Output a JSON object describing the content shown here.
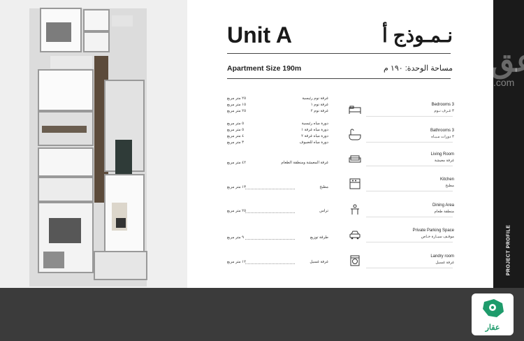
{
  "header": {
    "title_en": "Unit A",
    "title_ar": "نـمـوذج أ",
    "size_en": "Apartment Size 190m",
    "size_ar": "مساحة الوحدة: ١٩٠ م"
  },
  "rooms": [
    {
      "name": "غرفة نوم رئيسية",
      "area": "٢٥ متر مربع"
    },
    {
      "name": "غرفة نوم ١",
      "area": "١٥ متر مربع"
    },
    {
      "name": "غرفة نوم ٢",
      "area": "٢٥ متر مربع"
    },
    {
      "name": "دورة مياه رئيسية",
      "area": "٥ متر مربع"
    },
    {
      "name": "دورة مياه غرفة ١",
      "area": "٥ متر مربع"
    },
    {
      "name": "دورة مياه غرفة ٢",
      "area": "٤ متر مربع"
    },
    {
      "name": "دورة مياه للضيوف",
      "area": "٣ متر مربع"
    },
    {
      "name": "غرفة المعيشة ومنطقة الطعام",
      "area": "٤٢ متر مربع"
    },
    {
      "name": "مطبخ",
      "area": "١٣ متر مربع"
    },
    {
      "name": "تراس",
      "area": "٢٥ متر مربع"
    },
    {
      "name": "طرقة توزيع",
      "area": "٩ متر مربع"
    },
    {
      "name": "غرفة غسيل",
      "area": "١٢ متر مربع"
    }
  ],
  "features": [
    {
      "en": "Bedrooms 3",
      "ar": "٣ غـرف نـوم",
      "icon": "bed-icon"
    },
    {
      "en": "Bathrooms 3",
      "ar": "٣ دورات مـيـاه",
      "icon": "bathtub-icon"
    },
    {
      "en": "Living Room",
      "ar": "غرفة معيشة",
      "icon": "sofa-icon"
    },
    {
      "en": "Kitchen",
      "ar": "مطبخ",
      "icon": "stove-icon"
    },
    {
      "en": "Dining Area",
      "ar": "منطقة طعام",
      "icon": "dining-icon"
    },
    {
      "en": "Private Parking Space",
      "ar": "موقـف سيـارة خـاص",
      "icon": "parking-icon"
    },
    {
      "en": "Landry room",
      "ar": "غرفة غسيل",
      "icon": "laundry-icon"
    }
  ],
  "sidebar": {
    "vertical_label": "PROJECT PROFILE"
  },
  "watermark": {
    "big": "عق",
    "small": ".com"
  },
  "badge": {
    "label": "عقار",
    "icon": "saudi-map-pin-icon"
  }
}
